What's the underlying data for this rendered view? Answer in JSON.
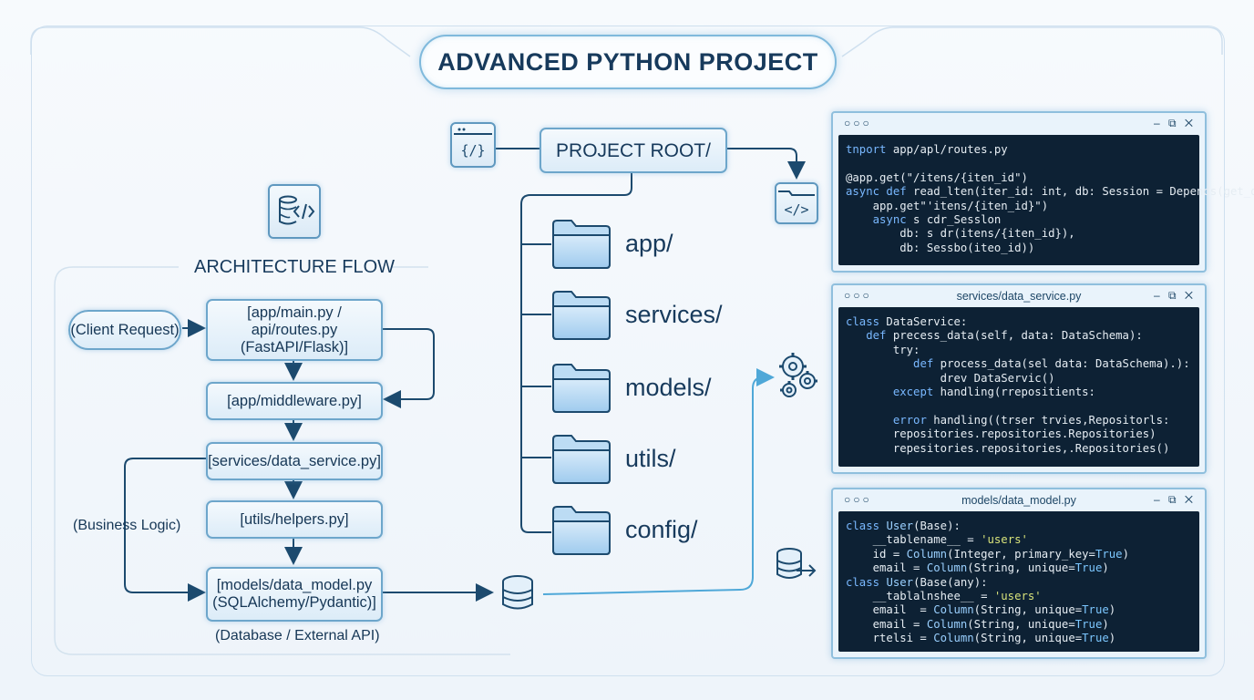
{
  "title": "ADVANCED PYTHON PROJECT",
  "flow": {
    "heading": "ARCHITECTURE FLOW",
    "client": "(Client Request)",
    "main": "[app/main.py /\napi/routes.py\n(FastAPI/Flask)]",
    "middleware": "[app/middleware.py]",
    "service": "[services/data_service.py]",
    "helpers": "[utils/helpers.py]",
    "model": "[models/data_model.py\n(SQLAlchemy/Pydantic)]",
    "business": "(Business Logic)",
    "database": "(Database / External API)"
  },
  "tree": {
    "root": "PROJECT ROOT/",
    "folders": [
      "app/",
      "services/",
      "models/",
      "utils/",
      "config/"
    ]
  },
  "icons": [
    "code-window-icon",
    "database-code-icon",
    "code-folder-icon",
    "gears-icon",
    "database-icon",
    "database-export-icon"
  ],
  "windows": [
    {
      "title": "",
      "controls": "– ⧉ ✕",
      "lines": [
        "tnport app/apl/routes.py",
        "",
        "@app.get(\"/itens/{iten_id\")",
        "async def read_lten(iter_id: int, db: Session = Depends(get_db))",
        "    app.get\"'itens/{iten_id}\")",
        "    async s cdr_Sesslon",
        "        db: s dr(itens/{iten_id}),",
        "        db: Sessbo(iteo_id))"
      ]
    },
    {
      "title": "services/data_service.py",
      "controls": "– ⧉ ✕",
      "lines": [
        "class DataService:",
        "   def precess_data(self, data: DataSchema):",
        "       try:",
        "          def process_data(sel data: DataSchema).):",
        "              drev DataServic()",
        "       except handling(rrepositients:",
        "",
        "       error handling((trser trvies,Repositorls:",
        "       repositories.repositories.Repositories)",
        "       repesitories.repositories,.Repositories()"
      ]
    },
    {
      "title": "models/data_model.py",
      "controls": "– ⧉ ✕",
      "lines": [
        "class User(Base):",
        "    __tablename__ = 'users'",
        "    id = Column(Integer, primary_key=True)",
        "    email = Column(String, unique=True)",
        "class User(Base(any):",
        "    __tablalnshee__ = 'users'",
        "    email  = Column(String, unique=True)",
        "    email = Column(String, unique=True)",
        "    rtelsi = Column(String, unique=True)"
      ]
    }
  ],
  "colors": {
    "accent": "#5f98bf",
    "line": "#1c4a6e",
    "connector": "#4fa8d8",
    "code_bg": "#0d2134"
  }
}
